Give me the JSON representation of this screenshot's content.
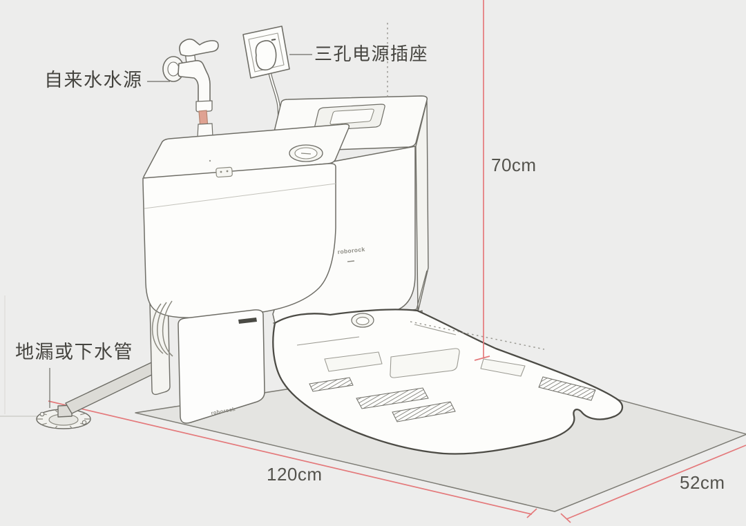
{
  "diagram": {
    "labels": {
      "water_source": "自来水水源",
      "power_socket": "三孔电源插座",
      "drain": "地漏或下水管"
    },
    "dimensions": {
      "height": "70cm",
      "width": "120cm",
      "depth": "52cm"
    },
    "brand": "roborock",
    "colors": {
      "background": "#EDEDEC",
      "mat_fill": "#E4E4E1",
      "dimension_red": "#E4797B",
      "water_hose_salmon": "#DFA292",
      "outline_gray": "#6E6D66",
      "text_dark": "#45443F"
    }
  }
}
